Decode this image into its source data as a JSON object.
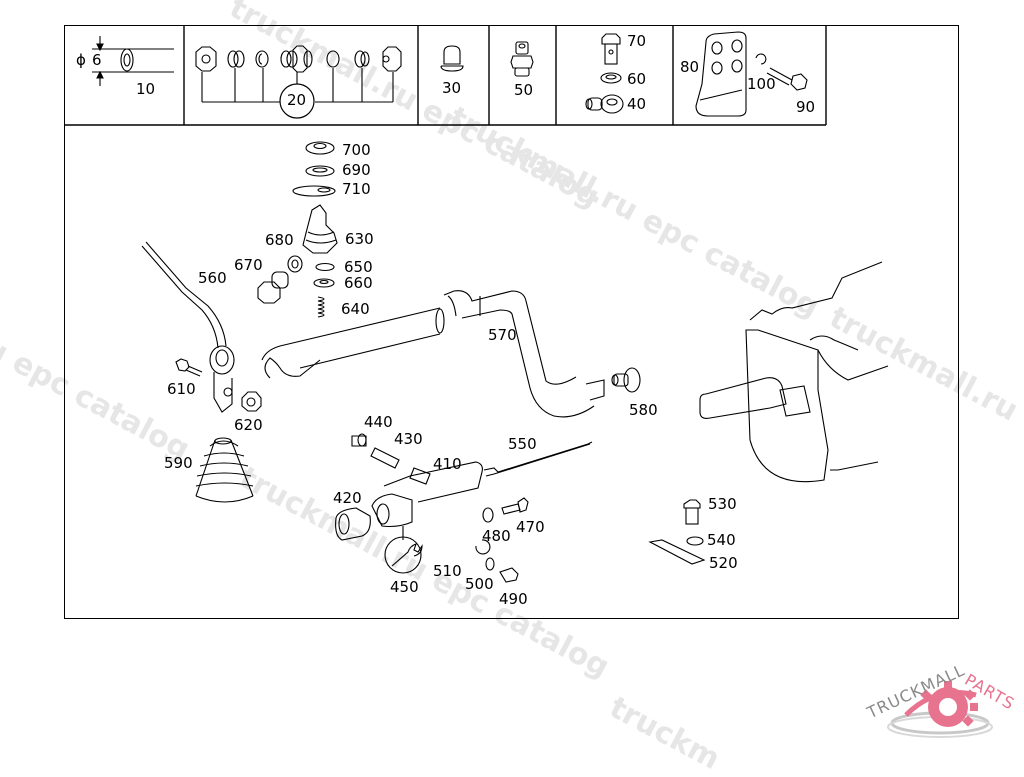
{
  "diagram": {
    "title": "Clutch control / slave cylinder exploded view",
    "header_cells": [
      {
        "id": "10",
        "label": "10",
        "dimension_symbol": "ϕ",
        "dimension_value": "6"
      },
      {
        "id": "20",
        "label": "20"
      },
      {
        "id": "30",
        "label": "30"
      },
      {
        "id": "50",
        "label": "50"
      },
      {
        "id": "70-60-40",
        "labels": [
          "70",
          "60",
          "40"
        ]
      },
      {
        "id": "80-100-90",
        "labels": [
          "80",
          "100",
          "90"
        ]
      }
    ],
    "callouts": {
      "p700": "700",
      "p690": "690",
      "p710": "710",
      "p680": "680",
      "p630": "630",
      "p670": "670",
      "p650": "650",
      "p660": "660",
      "p560": "560",
      "p640": "640",
      "p570": "570",
      "p610": "610",
      "p620": "620",
      "p580": "580",
      "p590": "590",
      "p440": "440",
      "p430": "430",
      "p550": "550",
      "p410": "410",
      "p420": "420",
      "p470": "470",
      "p480": "480",
      "p450": "450",
      "p510": "510",
      "p500": "500",
      "p490": "490",
      "p530": "530",
      "p540": "540",
      "p520": "520"
    }
  },
  "watermark": {
    "text_1": "truckmall.ru epc catalog",
    "text_2": "truckmall.ru epc catalog",
    "text_3": "truckmall.ru epc catalog",
    "text_4": "u epc catalog",
    "text_5": "truckmall.ru e",
    "text_6": "truckm"
  },
  "logo": {
    "text_dark": "TRUCKMALL",
    "text_accent": "PARTS",
    "accent_color": "#e8738f",
    "dark_color": "#8a8a8a"
  }
}
